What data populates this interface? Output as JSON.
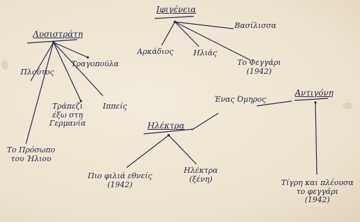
{
  "diagram": {
    "ink_color": "#23284a",
    "paper_color": "#efe6d5",
    "nodes": {
      "lysistrate": "Λυσιστράτη",
      "ploutos": "Πλούτος",
      "tragopoula": "Τραγοπούλα",
      "ippeis": "Ιππείς",
      "trapezi": [
        "Τράπεζι",
        "έξω στη",
        "Γερμανία"
      ],
      "prosopo": [
        "Το Πρόσωπο",
        "του Ήλιου"
      ],
      "iphigeneia": "Ιφιγένεια",
      "vasilissa": "Βασίλισσα",
      "arkadios": "Αρκάδιος",
      "ilias": "Ηλιάς",
      "tafenpigi": [
        "Το Φεγγάρι",
        "(1942)"
      ],
      "enas_omiros": "Ένας Όμηρος",
      "antigoni": "Αντιγόνη",
      "ilektra": "Ηλέκτρα",
      "pio_thea": [
        "Πιο φιλιά εθνείς",
        "(1942)"
      ],
      "ilektra2": [
        "Ηλέκτρα",
        "(ξένη)"
      ],
      "tiger": [
        "Τίγρη και πλέουσα",
        "το φεγγάρι",
        "(1942)"
      ]
    }
  }
}
